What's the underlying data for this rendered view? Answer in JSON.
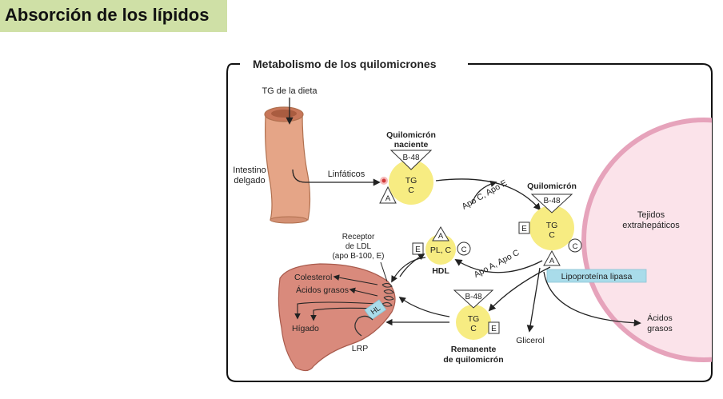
{
  "slide": {
    "title": "Absorción de los lípidos"
  },
  "diagram": {
    "panel_title": "Metabolismo de los quilomicrones",
    "labels": {
      "diet_tg": "TG de la dieta",
      "intestine": [
        "Intestino",
        "delgado"
      ],
      "lymphatics": "Linfáticos",
      "nascent_chylo": [
        "Quilomicrón",
        "naciente"
      ],
      "chylomicron": "Quilomicrón",
      "extrahepatic": [
        "Tejidos",
        "extrahepáticos"
      ],
      "ldl_receptor": [
        "Receptor",
        "de LDL",
        "(apo B-100, E)"
      ],
      "cholesterol": "Colesterol",
      "fatty_acids_liver": "Ácidos grasos",
      "liver": "Hígado",
      "hl": "HL",
      "lrp": "LRP",
      "hdl": "HDL",
      "lipoprotein_lipase": "Lipoproteína lipasa",
      "remnant": [
        "Remanente",
        "de quilomicrón"
      ],
      "glycerol": "Glicerol",
      "fatty_acids_out": [
        "Ácidos",
        "grasos"
      ],
      "apo_ce": "Apo C, Apo E",
      "apo_ac": "Apo A, Apo C"
    },
    "particle_labels": {
      "b48": "B-48",
      "tg": "TG",
      "c": "C",
      "a": "A",
      "e": "E",
      "pl_c": "PL, C"
    },
    "colors": {
      "title_bg": "#cfe0a6",
      "particle_fill": "#f7ec82",
      "intestine_fill": "#e5a587",
      "liver_fill": "#d98a7c",
      "tissue_fill": "#fbe3ea",
      "tissue_stroke": "#e6a3bb",
      "lpl_fill": "#a9dcea"
    }
  }
}
